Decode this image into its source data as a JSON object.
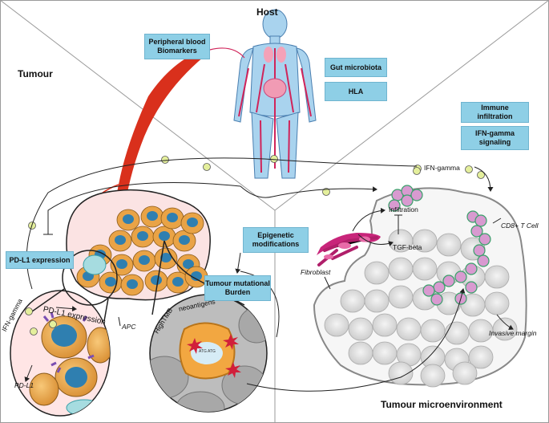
{
  "regions": {
    "host": "Host",
    "tumour": "Tumour",
    "microenvironment": "Tumour microenvironment"
  },
  "boxes": {
    "peripheral_blood": [
      "Peripheral blood",
      "Biomarkers"
    ],
    "gut_microbiota": "Gut microbiota",
    "hla": "HLA",
    "immune_infiltration": [
      "Immune",
      "infiltration"
    ],
    "ifn_signaling": [
      "IFN-gamma",
      "signaling"
    ],
    "pdl1_expression": "PD-L1 expression",
    "epigenetic": [
      "Epigenetic",
      "modifications"
    ],
    "tmb": [
      "Tumour mutational",
      "Burden"
    ]
  },
  "labels": {
    "apc": "APC",
    "ifn_gamma_left": "IFN-gamma",
    "pdl1_expression_curve": "PD-L1 expression",
    "pdl1": "PD-L1",
    "high_tmb": "HighTMB",
    "neoantigens": "neoantigens",
    "dna": "ATG ATG",
    "ifn_gamma_right": "IFN-gamma",
    "infiltration": "Infiltration",
    "tgf_beta": "TGF-beta",
    "cd8": "CD8+ T Cell",
    "fibroblast": "Fibroblast",
    "invasive_margin": "Invasive margin"
  },
  "colors": {
    "box_fill": "#8ecfe6",
    "vessel": "#d9301c",
    "tumour_cell": "#e9a346",
    "nucleus": "#2f7fb0",
    "ifn_dot": "#e4ef9c",
    "t_cell": "#d89ad0",
    "fibroblast": "#c8257a"
  }
}
